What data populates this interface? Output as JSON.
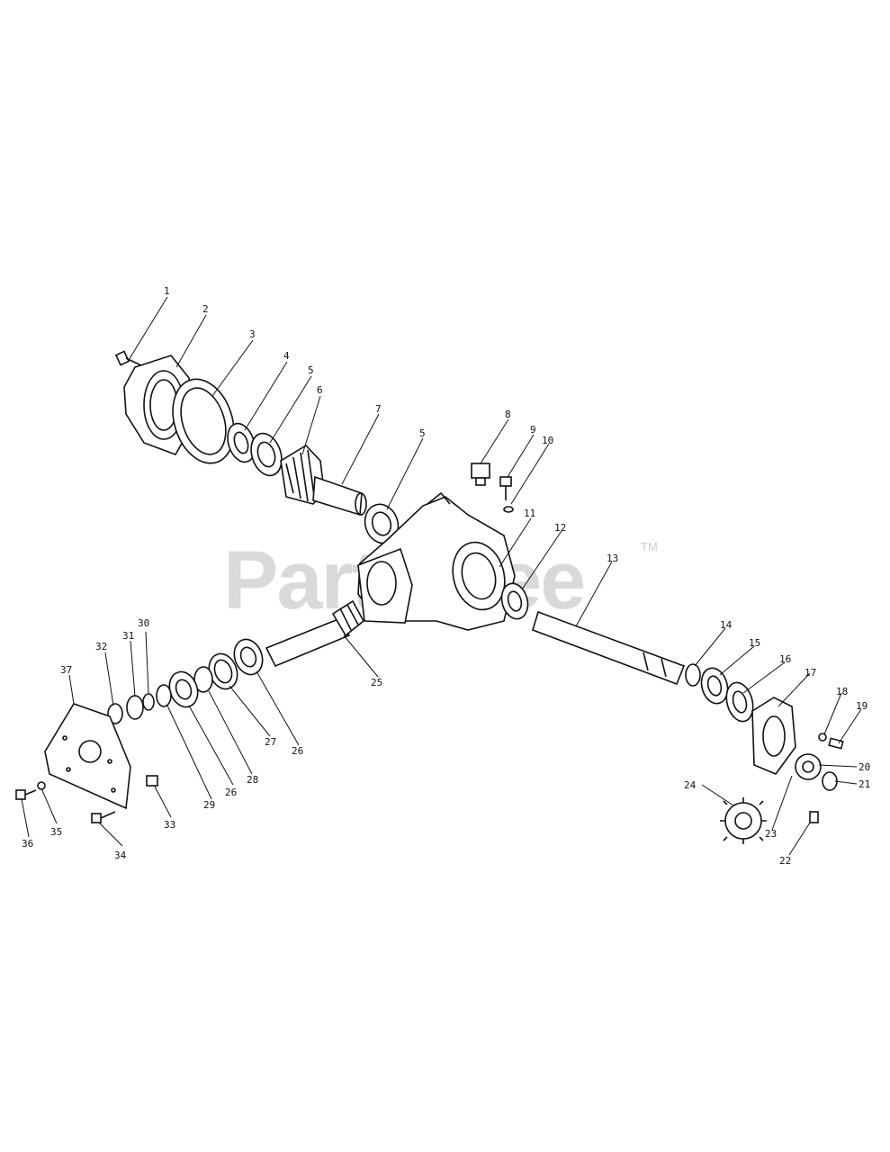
{
  "watermark": {
    "text": "PartsTree",
    "trademark": "TM"
  },
  "callouts": [
    {
      "id": "c1",
      "label": "1"
    },
    {
      "id": "c2",
      "label": "2"
    },
    {
      "id": "c3",
      "label": "3"
    },
    {
      "id": "c4",
      "label": "4"
    },
    {
      "id": "c5a",
      "label": "5"
    },
    {
      "id": "c6",
      "label": "6"
    },
    {
      "id": "c7",
      "label": "7"
    },
    {
      "id": "c5b",
      "label": "5"
    },
    {
      "id": "c8",
      "label": "8"
    },
    {
      "id": "c9",
      "label": "9"
    },
    {
      "id": "c10",
      "label": "10"
    },
    {
      "id": "c11",
      "label": "11"
    },
    {
      "id": "c12",
      "label": "12"
    },
    {
      "id": "c13",
      "label": "13"
    },
    {
      "id": "c14",
      "label": "14"
    },
    {
      "id": "c15",
      "label": "15"
    },
    {
      "id": "c16",
      "label": "16"
    },
    {
      "id": "c17",
      "label": "17"
    },
    {
      "id": "c18",
      "label": "18"
    },
    {
      "id": "c19",
      "label": "19"
    },
    {
      "id": "c20",
      "label": "20"
    },
    {
      "id": "c21",
      "label": "21"
    },
    {
      "id": "c22",
      "label": "22"
    },
    {
      "id": "c23",
      "label": "23"
    },
    {
      "id": "c24",
      "label": "24"
    },
    {
      "id": "c25",
      "label": "25"
    },
    {
      "id": "c26a",
      "label": "26"
    },
    {
      "id": "c27",
      "label": "27"
    },
    {
      "id": "c28",
      "label": "28"
    },
    {
      "id": "c26b",
      "label": "26"
    },
    {
      "id": "c29",
      "label": "29"
    },
    {
      "id": "c30",
      "label": "30"
    },
    {
      "id": "c31",
      "label": "31"
    },
    {
      "id": "c32",
      "label": "32"
    },
    {
      "id": "c33",
      "label": "33"
    },
    {
      "id": "c34",
      "label": "34"
    },
    {
      "id": "c35",
      "label": "35"
    },
    {
      "id": "c36",
      "label": "36"
    },
    {
      "id": "c37",
      "label": "37"
    }
  ]
}
